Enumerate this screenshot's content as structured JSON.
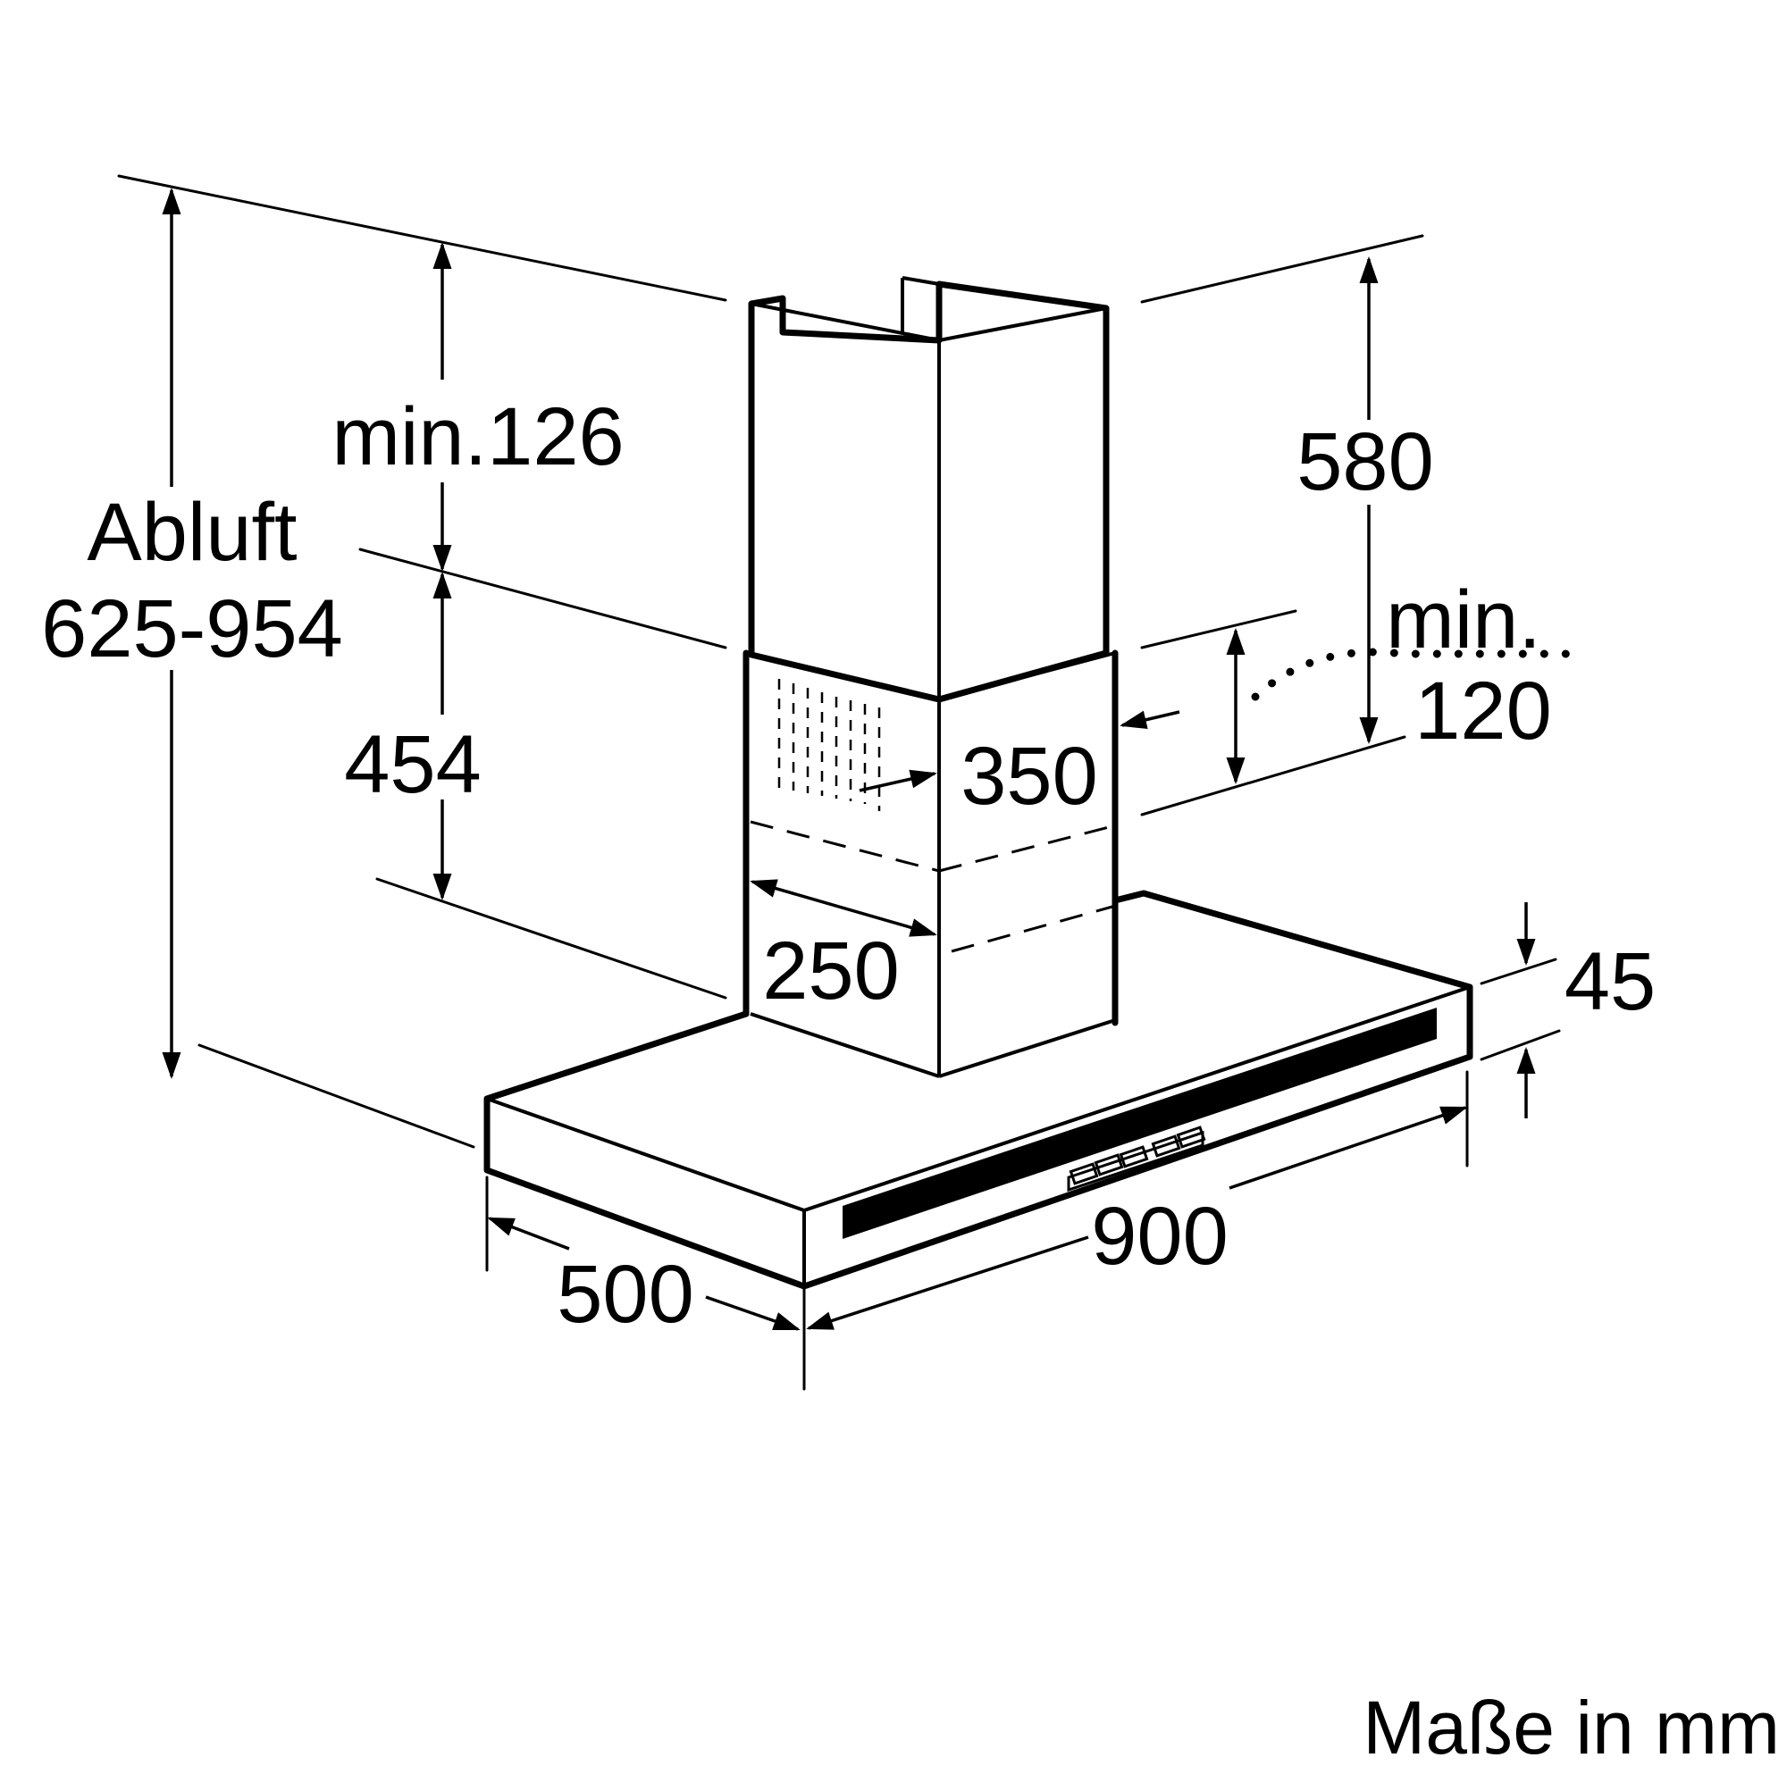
{
  "diagram": {
    "labels": {
      "exhaust_word": "Abluft",
      "exhaust_range": "625-954",
      "min_chimney_gap": "min.126",
      "chimney_upper_height": "580",
      "min_word": "min.",
      "min_gap_value": "120",
      "chimney_lower_height": "454",
      "chimney_width": "350",
      "chimney_depth": "250",
      "canopy_thickness": "45",
      "canopy_width": "900",
      "canopy_depth": "500",
      "units_note": "Maße in mm"
    },
    "colors": {
      "line": "#000000",
      "background": "#ffffff",
      "panel": "#000000"
    }
  }
}
